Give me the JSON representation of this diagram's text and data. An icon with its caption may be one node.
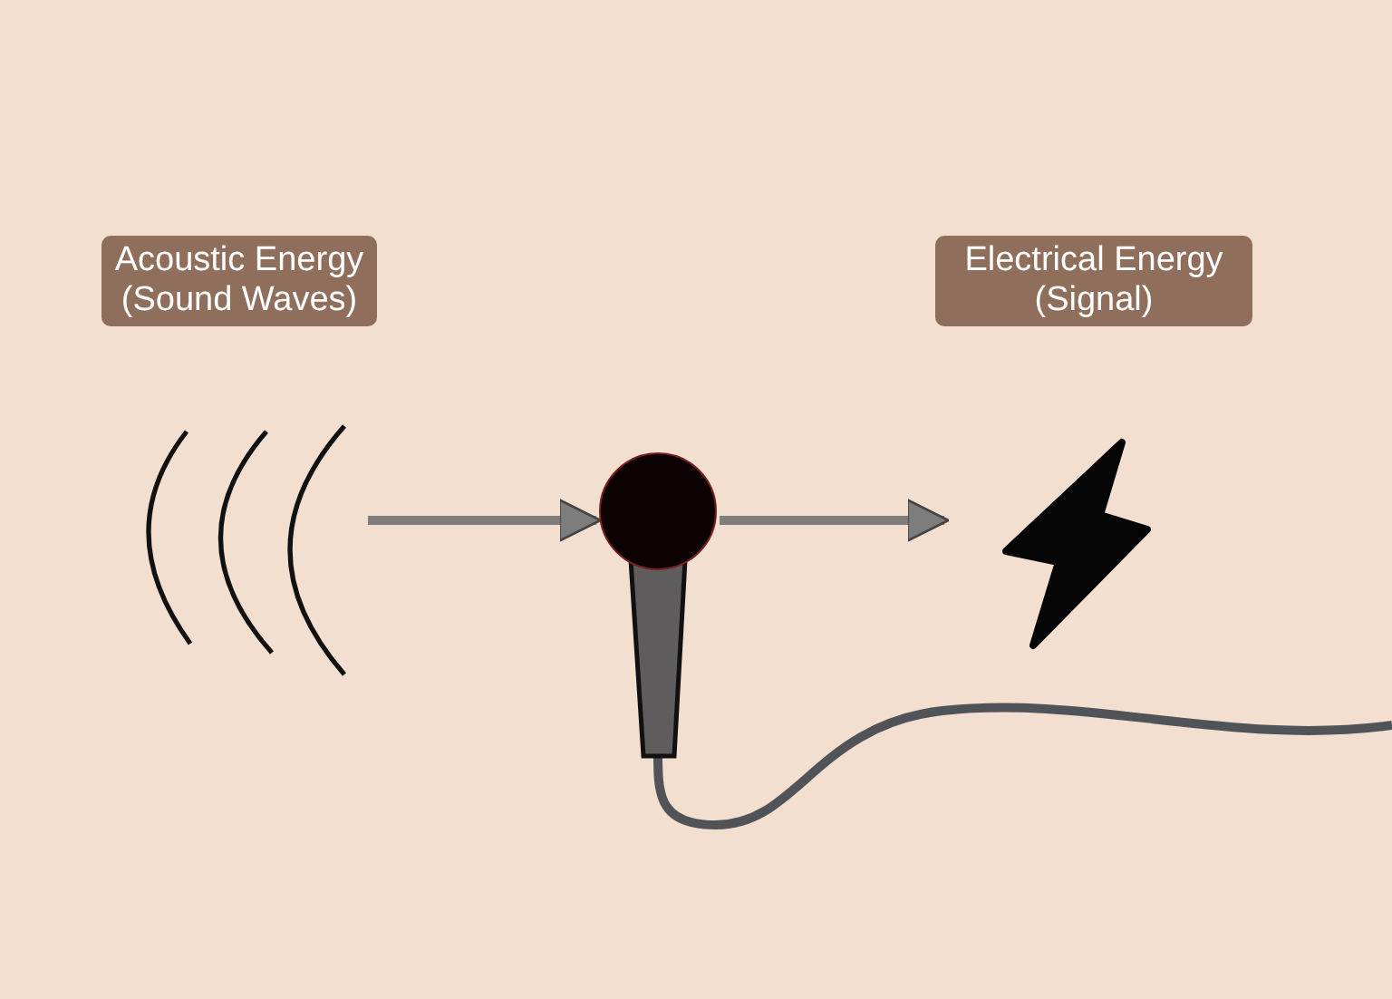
{
  "diagram": {
    "nodes": [
      {
        "text": [
          "Acoustic Energy (Sound Waves)"
        ]
      },
      {
        "text": [],
        "shape": "picture"
      },
      {
        "text": [
          "Electrical Energy (Signal)"
        ]
      }
    ],
    "edges": [
      {
        "from": 0,
        "to": 1,
        "arrow": "to"
      },
      {
        "from": 1,
        "to": 2,
        "arrow": "to"
      }
    ]
  }
}
